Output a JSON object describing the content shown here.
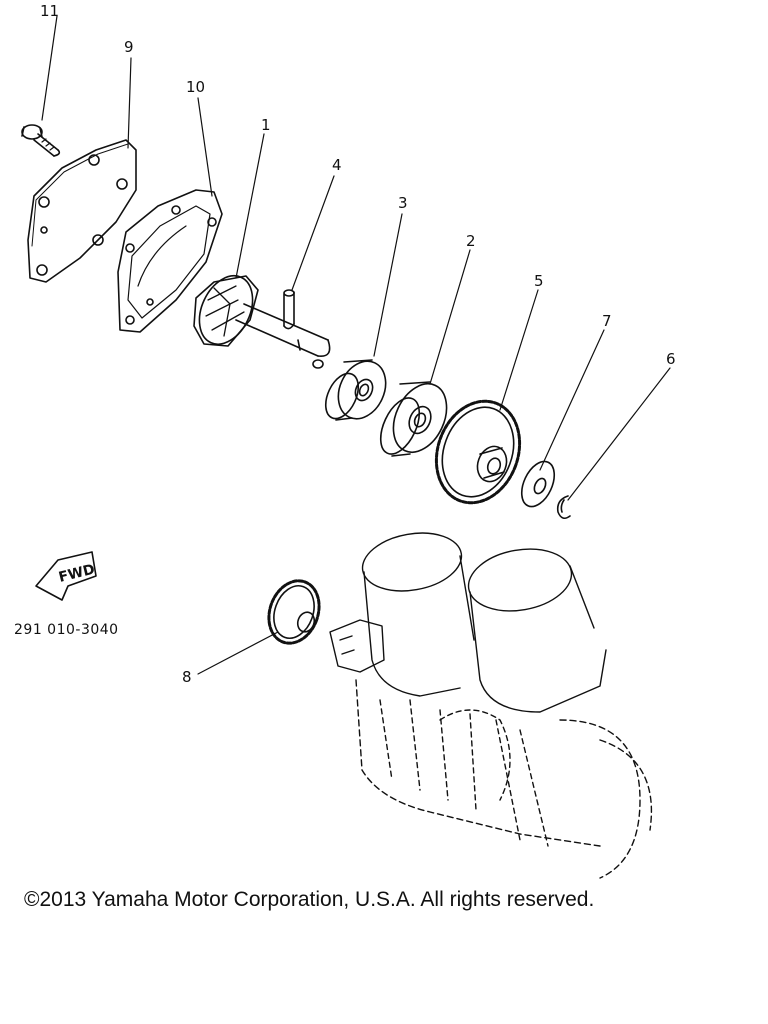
{
  "callouts": {
    "c1": "1",
    "c2": "2",
    "c3": "3",
    "c4": "4",
    "c5": "5",
    "c6": "6",
    "c7": "7",
    "c8": "8",
    "c9": "9",
    "c10": "10",
    "c11": "11"
  },
  "fwd_label": "FWD",
  "part_code": "291 010-3040",
  "copyright": "©2013 Yamaha Motor Corporation, U.S.A. All rights reserved."
}
